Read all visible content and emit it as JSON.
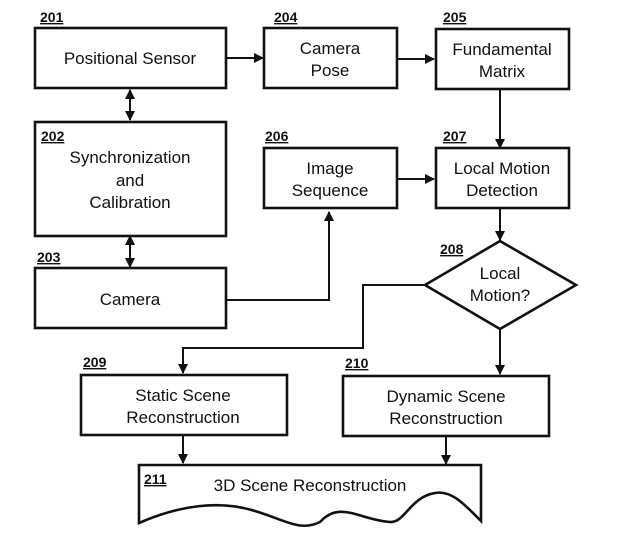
{
  "diagram": {
    "nodes": {
      "n201": {
        "ref": "201",
        "lines": [
          "Positional Sensor"
        ]
      },
      "n202": {
        "ref": "202",
        "lines": [
          "Synchronization",
          "and",
          "Calibration"
        ]
      },
      "n203": {
        "ref": "203",
        "lines": [
          "Camera"
        ]
      },
      "n204": {
        "ref": "204",
        "lines": [
          "Camera",
          "Pose"
        ]
      },
      "n205": {
        "ref": "205",
        "lines": [
          "Fundamental",
          "Matrix"
        ]
      },
      "n206": {
        "ref": "206",
        "lines": [
          "Image",
          "Sequence"
        ]
      },
      "n207": {
        "ref": "207",
        "lines": [
          "Local Motion",
          "Detection"
        ]
      },
      "n208": {
        "ref": "208",
        "lines": [
          "Local",
          "Motion?"
        ]
      },
      "n209": {
        "ref": "209",
        "lines": [
          "Static Scene",
          "Reconstruction"
        ]
      },
      "n210": {
        "ref": "210",
        "lines": [
          "Dynamic Scene",
          "Reconstruction"
        ]
      },
      "n211": {
        "ref": "211",
        "lines": [
          "3D Scene Reconstruction"
        ]
      }
    },
    "edges": [
      {
        "from": "201",
        "to": "204",
        "type": "arrow"
      },
      {
        "from": "201",
        "to": "202",
        "type": "bidirectional"
      },
      {
        "from": "202",
        "to": "203",
        "type": "bidirectional"
      },
      {
        "from": "204",
        "to": "205",
        "type": "arrow"
      },
      {
        "from": "205",
        "to": "207",
        "type": "arrow"
      },
      {
        "from": "203",
        "to": "206",
        "type": "arrow"
      },
      {
        "from": "206",
        "to": "207",
        "type": "arrow"
      },
      {
        "from": "207",
        "to": "208",
        "type": "arrow"
      },
      {
        "from": "208",
        "to": "209",
        "type": "arrow"
      },
      {
        "from": "208",
        "to": "210",
        "type": "arrow"
      },
      {
        "from": "209",
        "to": "211",
        "type": "arrow"
      },
      {
        "from": "210",
        "to": "211",
        "type": "arrow"
      }
    ]
  }
}
